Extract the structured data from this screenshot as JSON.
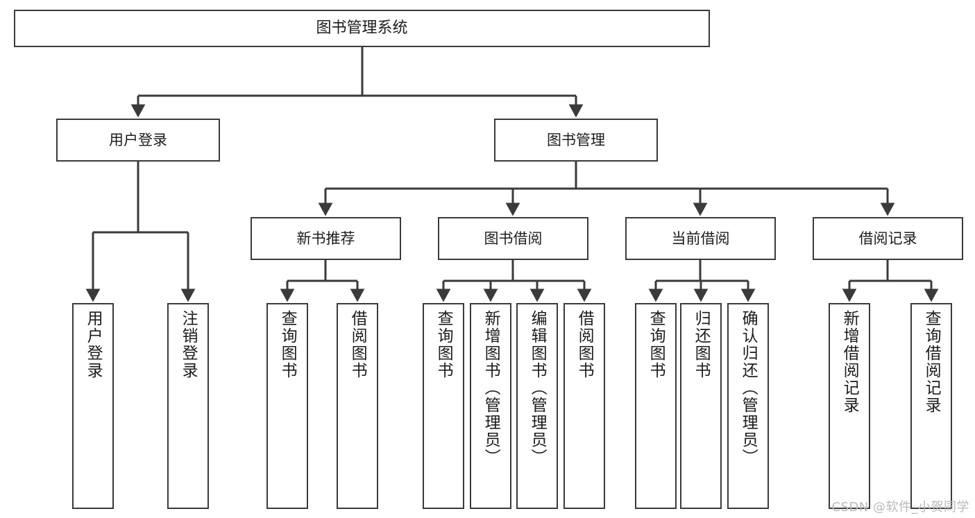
{
  "diagram": {
    "type": "tree-hierarchy-chart",
    "title": "图书管理系统",
    "watermark": "CSDN @软件_小贺同学",
    "colors": {
      "box_border": "#3a3a3a",
      "box_fill": "#ffffff",
      "connector": "#3a3a3a",
      "text": "#1c1c1c",
      "watermark": "#b9b9b9"
    },
    "nodes": {
      "root": {
        "label": "图书管理系统",
        "level": 1,
        "orientation": "horizontal"
      },
      "n_user_login": {
        "label": "用户登录",
        "level": 2,
        "orientation": "horizontal"
      },
      "n_book_mgmt": {
        "label": "图书管理",
        "level": 2,
        "orientation": "horizontal"
      },
      "n_new_book_rec": {
        "label": "新书推荐",
        "level": 3,
        "orientation": "horizontal"
      },
      "n_book_borrow": {
        "label": "图书借阅",
        "level": 3,
        "orientation": "horizontal"
      },
      "n_current_borrow": {
        "label": "当前借阅",
        "level": 3,
        "orientation": "horizontal"
      },
      "n_borrow_record": {
        "label": "借阅记录",
        "level": 3,
        "orientation": "horizontal"
      },
      "leaf_user_login": {
        "label": "用户登录",
        "level": 4,
        "orientation": "vertical"
      },
      "leaf_logout": {
        "label": "注销登录",
        "level": 4,
        "orientation": "vertical"
      },
      "leaf_query_book_1": {
        "label": "查询图书",
        "level": 4,
        "orientation": "vertical"
      },
      "leaf_borrow_book_1": {
        "label": "借阅图书",
        "level": 4,
        "orientation": "vertical"
      },
      "leaf_query_book_2": {
        "label": "查询图书",
        "level": 4,
        "orientation": "vertical"
      },
      "leaf_add_book": {
        "label": "新增图书（管理员）",
        "level": 4,
        "orientation": "vertical"
      },
      "leaf_edit_book": {
        "label": "编辑图书（管理员）",
        "level": 4,
        "orientation": "vertical"
      },
      "leaf_borrow_book_2": {
        "label": "借阅图书",
        "level": 4,
        "orientation": "vertical"
      },
      "leaf_query_book_3": {
        "label": "查询图书",
        "level": 4,
        "orientation": "vertical"
      },
      "leaf_return_book": {
        "label": "归还图书",
        "level": 4,
        "orientation": "vertical"
      },
      "leaf_confirm_return": {
        "label": "确认归还（管理员）",
        "level": 4,
        "orientation": "vertical"
      },
      "leaf_add_record": {
        "label": "新增借阅记录",
        "level": 4,
        "orientation": "vertical"
      },
      "leaf_query_record": {
        "label": "查询借阅记录",
        "level": 4,
        "orientation": "vertical"
      }
    },
    "edges": [
      {
        "from": "root",
        "to": "n_user_login"
      },
      {
        "from": "root",
        "to": "n_book_mgmt"
      },
      {
        "from": "n_user_login",
        "to": "leaf_user_login"
      },
      {
        "from": "n_user_login",
        "to": "leaf_logout"
      },
      {
        "from": "n_book_mgmt",
        "to": "n_new_book_rec"
      },
      {
        "from": "n_book_mgmt",
        "to": "n_book_borrow"
      },
      {
        "from": "n_book_mgmt",
        "to": "n_current_borrow"
      },
      {
        "from": "n_book_mgmt",
        "to": "n_borrow_record"
      },
      {
        "from": "n_new_book_rec",
        "to": "leaf_query_book_1"
      },
      {
        "from": "n_new_book_rec",
        "to": "leaf_borrow_book_1"
      },
      {
        "from": "n_book_borrow",
        "to": "leaf_query_book_2"
      },
      {
        "from": "n_book_borrow",
        "to": "leaf_add_book"
      },
      {
        "from": "n_book_borrow",
        "to": "leaf_edit_book"
      },
      {
        "from": "n_book_borrow",
        "to": "leaf_borrow_book_2"
      },
      {
        "from": "n_current_borrow",
        "to": "leaf_query_book_3"
      },
      {
        "from": "n_current_borrow",
        "to": "leaf_return_book"
      },
      {
        "from": "n_current_borrow",
        "to": "leaf_confirm_return"
      },
      {
        "from": "n_borrow_record",
        "to": "leaf_add_record"
      },
      {
        "from": "n_borrow_record",
        "to": "leaf_query_record"
      }
    ]
  }
}
